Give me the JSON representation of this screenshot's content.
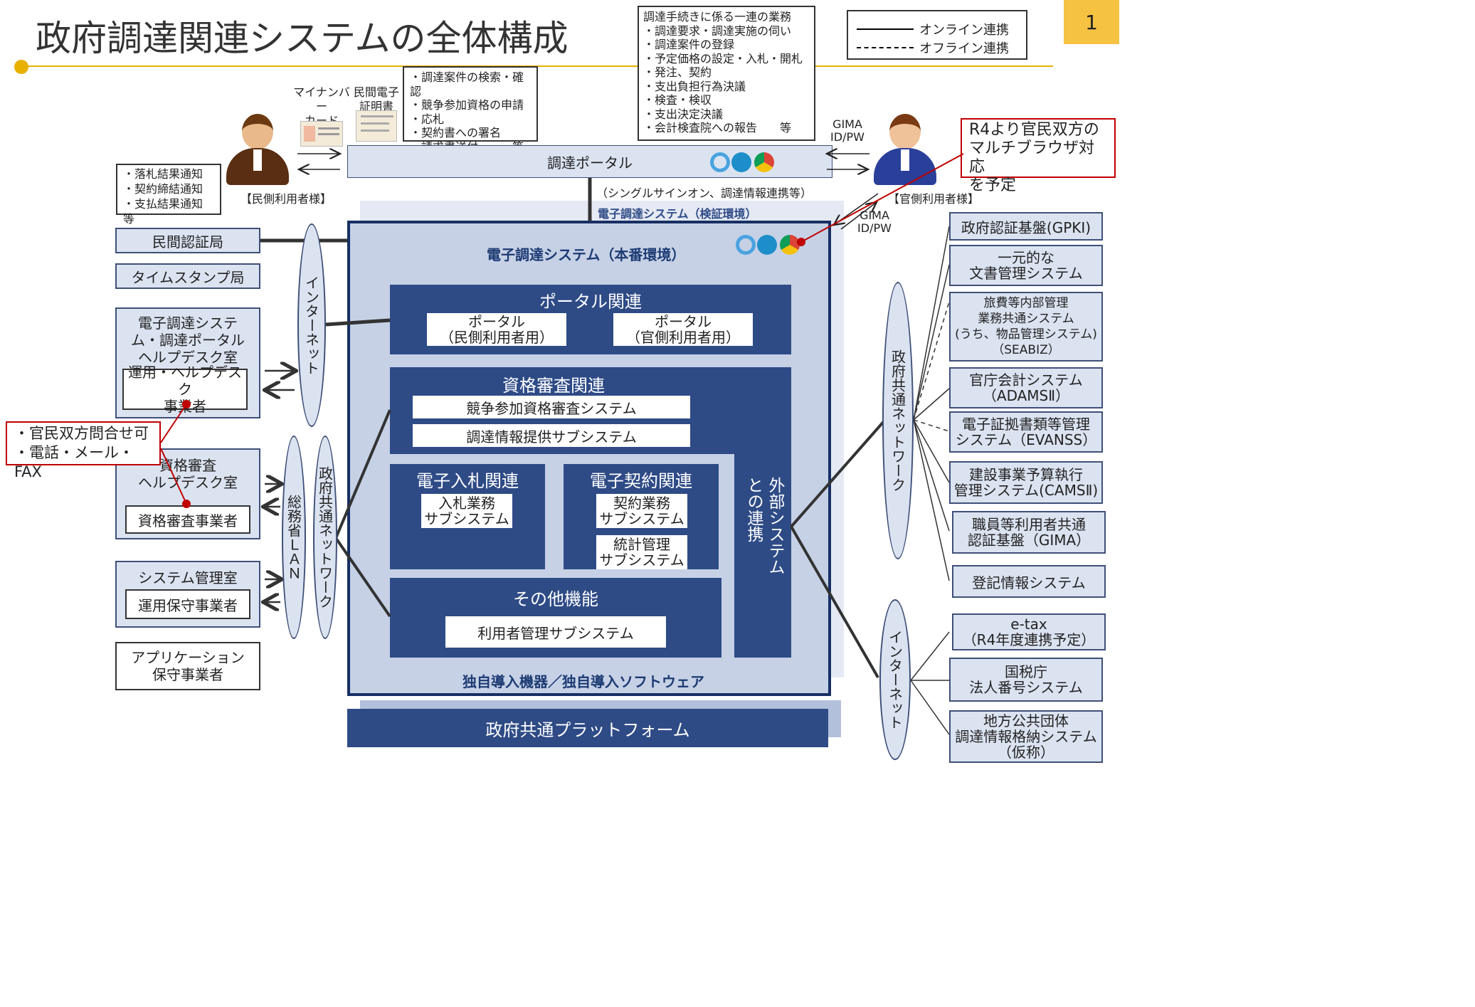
{
  "page": {
    "title": "政府調達関連システムの全体構成",
    "number": "1"
  },
  "legend": {
    "online": "オンライン連携",
    "offline": "オフライン連携"
  },
  "procurement_box": [
    "調達手続きに係る一連の業務",
    "・調達要求・調達実施の伺い",
    "・調達案件の登録",
    "・予定価格の設定・入札・開札",
    "・発注、契約",
    "・支出負担行為決議",
    "・検査・検収",
    "・支出決定決議",
    "・会計検査院への報告　　等"
  ],
  "private_actions": [
    "・調達案件の検索・確認",
    "・競争参加資格の申請",
    "・応札",
    "・契約書への署名",
    "・請求書送付　　　等"
  ],
  "mynumber": "マイナンバー\nカード",
  "private_cert": "民間電子\n証明書",
  "private_user": "【民側利用者様】",
  "gov_user": "【官側利用者様】",
  "notices": [
    "・落札結果通知",
    "・契約締結通知",
    "・支払結果通知 等"
  ],
  "gima1": "GIMA\nID/PW",
  "gima2": "GIMA\nID/PW",
  "callout_browser": "R4より官民双方の\nマルチブラウザ対応\nを予定",
  "callout_contact": "・官民双方問合せ可\n・電話・メール・FAX",
  "portal": "調達ポータル",
  "sso": "（シングルサインオン、調達情報連携等）",
  "verify_env": "電子調達システム（検証環境）",
  "main_system": {
    "title": "電子調達システム（本番環境）",
    "footer": "独自導入機器／独自導入ソフトウェア",
    "portal_group": {
      "title": "ポータル関連",
      "items": [
        "ポータル\n（民側利用者用）",
        "ポータル\n（官側利用者用）"
      ]
    },
    "qual_group": {
      "title": "資格審査関連",
      "items": [
        "競争参加資格審査システム",
        "調達情報提供サブシステム"
      ]
    },
    "bid_group": {
      "title": "電子入札関連",
      "items": [
        "入札業務\nサブシステム"
      ]
    },
    "contract_group": {
      "title": "電子契約関連",
      "items": [
        "契約業務\nサブシステム",
        "統計管理\nサブシステム"
      ]
    },
    "other_group": {
      "title": "その他機能",
      "items": [
        "利用者管理サブシステム"
      ]
    },
    "external": "外部システム\nとの連携"
  },
  "platform": "政府共通プラットフォーム",
  "left_boxes": {
    "private_ca": "民間認証局",
    "timestamp": "タイムスタンプ局",
    "helpdesk": "電子調達システ\nム・調達ポータル\nヘルプデスク室",
    "helpdesk_inner": "運用・ヘルプデスク\n事業者",
    "qual_desk": "資格審査\nヘルプデスク室",
    "qual_inner": "資格審査事業者",
    "sysroom": "システム管理室",
    "sysroom_inner": "運用保守事業者",
    "app": "アプリケーション\n保守事業者"
  },
  "networks": {
    "internet_left": "インターネット",
    "lan": "総務省ＬＡＮ",
    "gov_net_left": "政府共通ネットワーク",
    "gov_net_right": "政府共通ネットワーク",
    "internet_right": "インターネット"
  },
  "right_systems": [
    "政府認証基盤(GPKI)",
    "一元的な\n文書管理システム",
    "旅費等内部管理\n業務共通システム\n(うち、物品管理システム)\n（SEABIZ）",
    "官庁会計システム\n（ADAMSⅡ）",
    "電子証拠書類等管理\nシステム（EVANSS）",
    "建設事業予算執行\n管理システム(CAMSⅡ)",
    "職員等利用者共通\n認証基盤（GIMA）",
    "登記情報システム"
  ],
  "right_internet_systems": [
    "e-tax\n（R4年度連携予定）",
    "国税庁\n法人番号システム",
    "地方公共団体\n調達情報格納システム\n（仮称）"
  ],
  "icons": [
    "user-private-icon",
    "user-gov-icon",
    "mynumber-card-icon",
    "private-cert-icon",
    "ie-icon",
    "edge-icon",
    "chrome-icon"
  ],
  "colors": {
    "navy": "#2e4b86",
    "light_blue": "#dbe3f1",
    "accent_gold": "#e8b000",
    "callout_red": "#c00000"
  }
}
